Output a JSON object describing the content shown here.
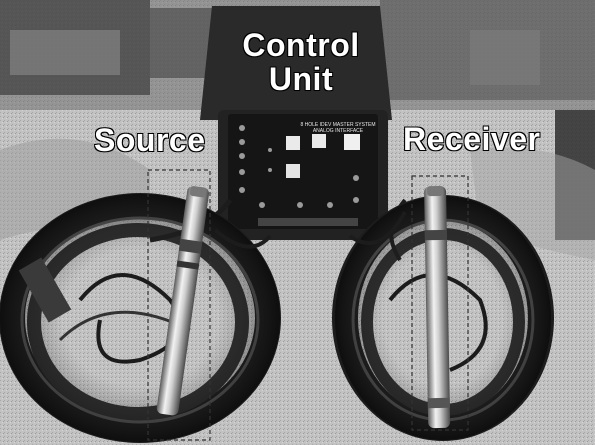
{
  "labels": {
    "control_line1": "Control",
    "control_line2": "Unit",
    "source": "Source",
    "receiver": "Receiver"
  },
  "panel": {
    "caption_line1": "8 HOLE IDEV MASTER SYSTEM",
    "caption_line2": "ANALOG INTERFACE"
  },
  "colors": {
    "label_fill": "#ffffff",
    "label_stroke": "#000000",
    "cable": "#1c1c1c",
    "panel": "#1a1a1a",
    "case": "#2a2a2a",
    "bench": "#b8b8b8"
  }
}
